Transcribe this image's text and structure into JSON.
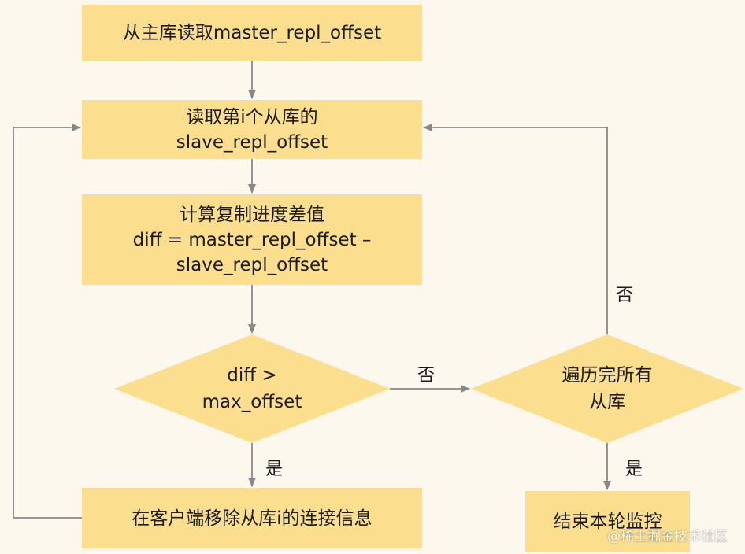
{
  "nodes": {
    "read_master": {
      "lines": [
        "从主库读取master_repl_offset"
      ]
    },
    "read_slave": {
      "lines": [
        "读取第i个从库的",
        "slave_repl_offset"
      ]
    },
    "compute_diff": {
      "lines": [
        "计算复制进度差值",
        "diff = master_repl_offset –",
        "slave_repl_offset"
      ]
    },
    "decision_diff": {
      "lines": [
        "diff >",
        "max_offset"
      ]
    },
    "decision_all": {
      "lines": [
        "遍历完所有",
        "从库"
      ]
    },
    "remove_conn": {
      "lines": [
        "在客户端移除从库i的连接信息"
      ]
    },
    "end_monitor": {
      "lines": [
        "结束本轮监控"
      ]
    }
  },
  "edges": {
    "diff_no": "否",
    "diff_yes": "是",
    "all_no": "否",
    "all_yes": "是"
  },
  "watermark": "@稀土掘金技术社区",
  "colors": {
    "box_fill": "#fbdf8e",
    "line": "#888888",
    "background": "#fdf8ee"
  }
}
